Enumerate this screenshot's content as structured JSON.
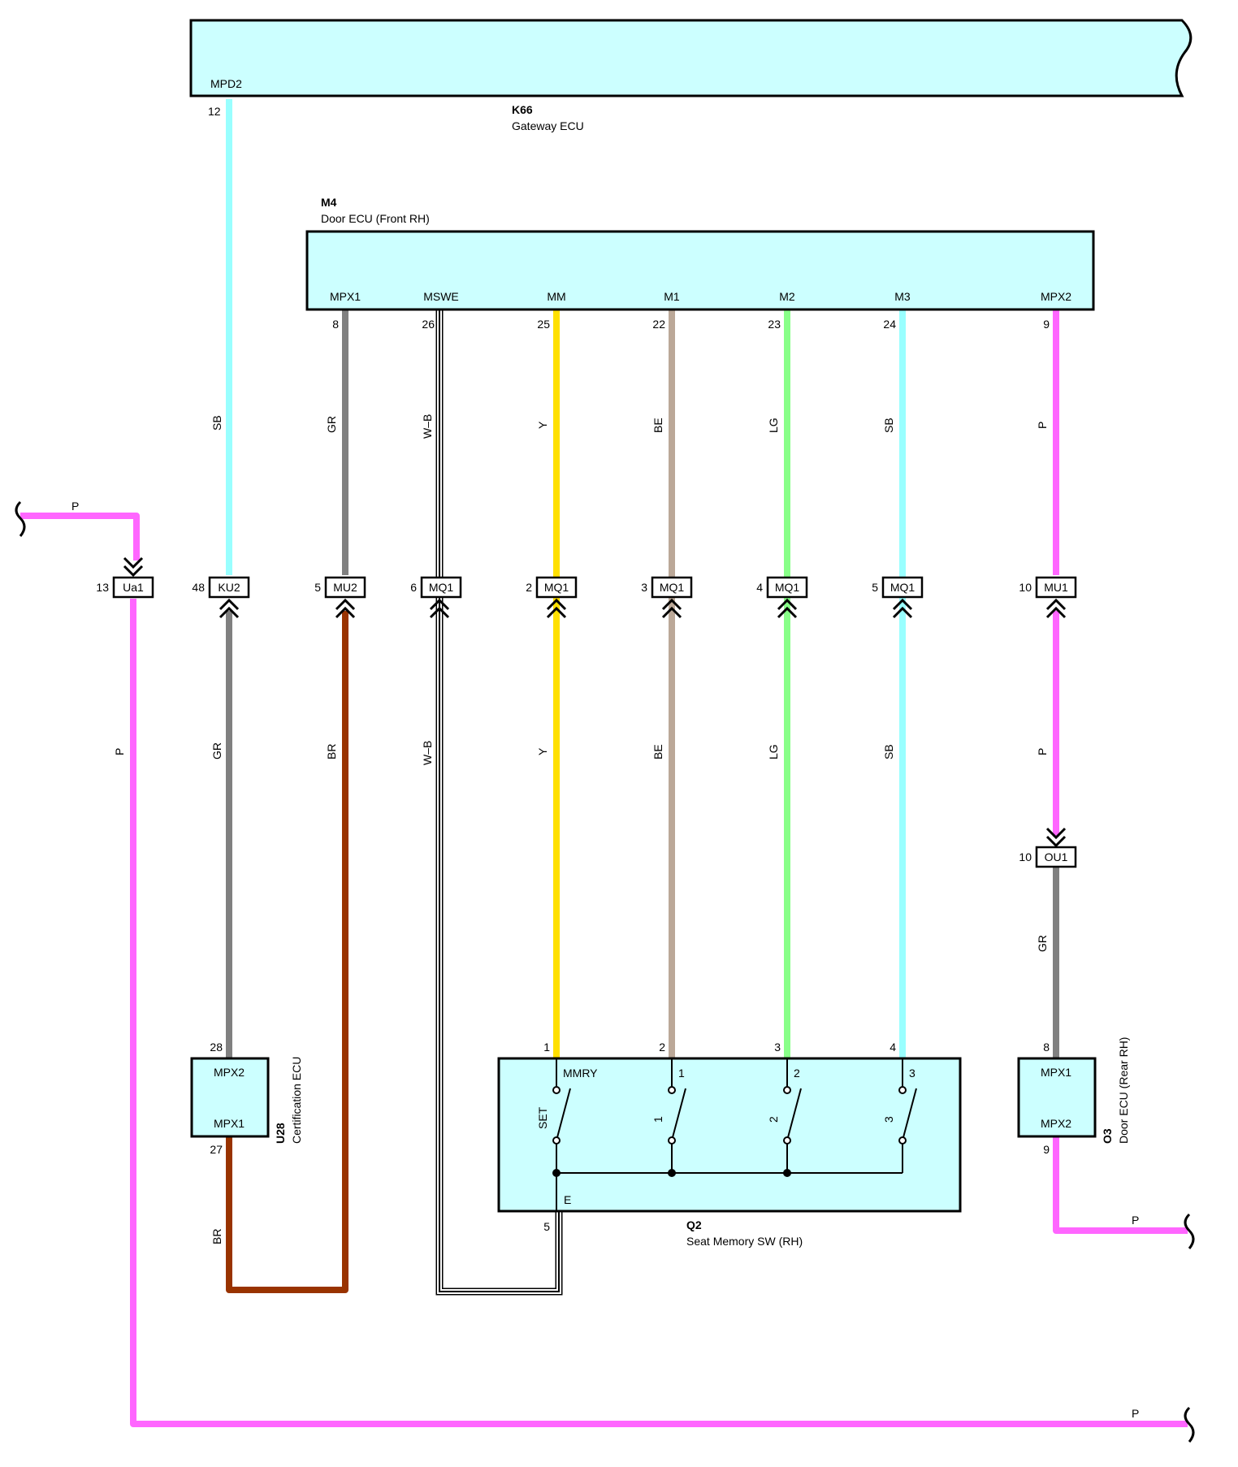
{
  "components": {
    "k66": {
      "code": "K66",
      "name": "Gateway ECU",
      "pin_name": "MPD2",
      "pin_no": "12"
    },
    "m4": {
      "code": "M4",
      "name": "Door ECU (Front RH)",
      "pins": [
        {
          "name": "MPX1",
          "no": "8"
        },
        {
          "name": "MSWE",
          "no": "26"
        },
        {
          "name": "MM",
          "no": "25"
        },
        {
          "name": "M1",
          "no": "22"
        },
        {
          "name": "M2",
          "no": "23"
        },
        {
          "name": "M3",
          "no": "24"
        },
        {
          "name": "MPX2",
          "no": "9"
        }
      ]
    },
    "u28": {
      "code": "U28",
      "name": "Certification ECU",
      "pin_top": "MPX2",
      "pin_top_no": "28",
      "pin_bottom": "MPX1",
      "pin_bottom_no": "27"
    },
    "q2": {
      "code": "Q2",
      "name": "Seat Memory SW (RH)",
      "pin_nos": [
        "1",
        "2",
        "3",
        "4"
      ],
      "switch_tops": [
        "MMRY",
        "1",
        "2",
        "3"
      ],
      "switch_labels": [
        "SET",
        "1",
        "2",
        "3"
      ],
      "ground_label": "E",
      "ground_pin": "5"
    },
    "o3": {
      "code": "O3",
      "name": "Door ECU (Rear RH)",
      "pin_top": "MPX1",
      "pin_top_no": "8",
      "pin_bottom": "MPX2",
      "pin_bottom_no": "9"
    }
  },
  "connectors": [
    {
      "id": "Ua1",
      "pin": "13"
    },
    {
      "id": "KU2",
      "pin": "48"
    },
    {
      "id": "MU2",
      "pin": "5"
    },
    {
      "id": "MQ1",
      "pin": "6"
    },
    {
      "id": "MQ1",
      "pin": "2"
    },
    {
      "id": "MQ1",
      "pin": "3"
    },
    {
      "id": "MQ1",
      "pin": "4"
    },
    {
      "id": "MQ1",
      "pin": "5"
    },
    {
      "id": "MU1",
      "pin": "10"
    },
    {
      "id": "OU1",
      "pin": "10"
    }
  ],
  "wire_colors": {
    "P": "#ff66ff",
    "SB": "#99ffff",
    "GR": "#808080",
    "W-B": "#ffffff",
    "Y": "#ffe000",
    "BE": "#bba898",
    "LG": "#88ff88",
    "BR": "#993300"
  },
  "wire_labels": {
    "p_top_left": "P",
    "p_left_vertical": "P",
    "sb_k66": "SB",
    "gr_m4_mpx1": "GR",
    "wb_m4": "W–B",
    "y_m4": "Y",
    "be_m4": "BE",
    "lg_m4": "LG",
    "sb_m4": "SB",
    "p_m4": "P",
    "gr_u28": "GR",
    "br_mu2": "BR",
    "wb_q2": "W–B",
    "y_q2": "Y",
    "be_q2": "BE",
    "lg_q2": "LG",
    "sb_q2": "SB",
    "p_mu1": "P",
    "gr_o3": "GR",
    "br_u28": "BR",
    "p_o3_out": "P",
    "p_bottom": "P"
  }
}
